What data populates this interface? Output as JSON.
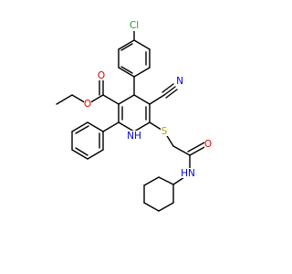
{
  "molecule": {
    "atom_labels": {
      "chlorine": "Cl",
      "ester_carbonyl_oxygen": "O",
      "ester_ether_oxygen": "O",
      "nitrile_nitrogen": "N",
      "ring_nh": "NH",
      "sulfur": "S",
      "amide_oxygen": "O",
      "amide_nh": "HN"
    },
    "colors": {
      "bond": "#000000",
      "chlorine": "#20a020",
      "oxygen": "#e00000",
      "nitrogen": "#0000e0",
      "sulfur": "#b8a000",
      "background": "#ffffff"
    }
  }
}
